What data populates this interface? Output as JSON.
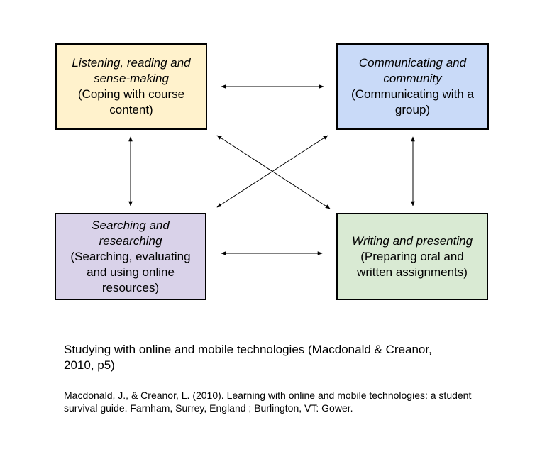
{
  "diagram": {
    "colors": {
      "listening_box": "#fff2cc",
      "communicating_box": "#c9daf8",
      "searching_box": "#d9d2e9",
      "writing_box": "#d9ead3",
      "border": "#000000",
      "arrow": "#000000"
    },
    "boxes": {
      "listening": {
        "title": "Listening, reading and sense-making",
        "subtitle": "(Coping with course content)"
      },
      "communicating": {
        "title": "Communicating and community",
        "subtitle": "(Communicating with a group)"
      },
      "searching": {
        "title": "Searching and researching",
        "subtitle": "(Searching, evaluating and using online resources)"
      },
      "writing": {
        "title": "Writing and presenting",
        "subtitle": "(Preparing oral and written assignments)"
      }
    },
    "arrows": [
      {
        "from": "listening",
        "to": "communicating",
        "style": "double-headed"
      },
      {
        "from": "searching",
        "to": "writing",
        "style": "double-headed"
      },
      {
        "from": "listening",
        "to": "searching",
        "style": "double-headed"
      },
      {
        "from": "communicating",
        "to": "writing",
        "style": "double-headed"
      },
      {
        "from": "listening",
        "to": "writing",
        "style": "double-headed"
      },
      {
        "from": "communicating",
        "to": "searching",
        "style": "double-headed"
      }
    ]
  },
  "caption": "Studying with online and mobile technologies (Macdonald & Creanor, 2010, p5)",
  "reference": "Macdonald, J., & Creanor, L. (2010). Learning with online and mobile technologies: a student survival guide. Farnham, Surrey, England ; Burlington, VT: Gower."
}
